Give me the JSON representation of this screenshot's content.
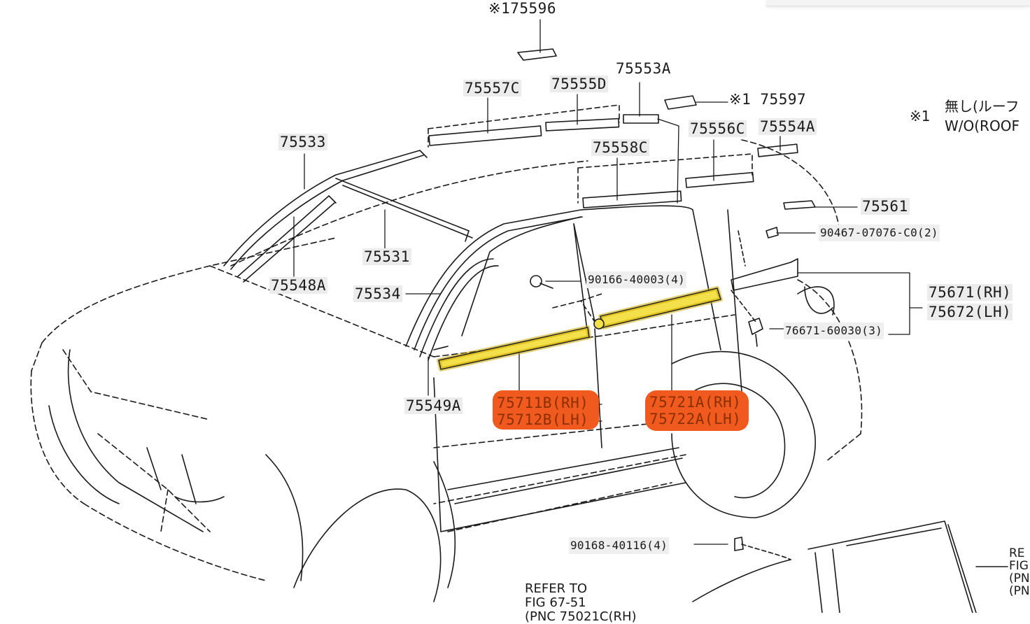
{
  "diagram": {
    "parts": [
      {
        "id": "p75596",
        "text": "75596",
        "prefix": "※1"
      },
      {
        "id": "p75557c",
        "text": "75557C"
      },
      {
        "id": "p75555d",
        "text": "75555D"
      },
      {
        "id": "p75553a",
        "text": "75553A"
      },
      {
        "id": "p75597",
        "text": "75597",
        "prefix": "※1"
      },
      {
        "id": "p75533",
        "text": "75533"
      },
      {
        "id": "p75556c",
        "text": "75556C"
      },
      {
        "id": "p75554a",
        "text": "75554A"
      },
      {
        "id": "p75558c",
        "text": "75558C"
      },
      {
        "id": "p75561",
        "text": "75561"
      },
      {
        "id": "p90467",
        "text": "90467-07076-C0(2)"
      },
      {
        "id": "p75531",
        "text": "75531"
      },
      {
        "id": "p75548a",
        "text": "75548A"
      },
      {
        "id": "p75534",
        "text": "75534"
      },
      {
        "id": "p90166",
        "text": "90166-40003(4)"
      },
      {
        "id": "p75671",
        "text": "75671(RH)"
      },
      {
        "id": "p75672",
        "text": "75672(LH)"
      },
      {
        "id": "p76671",
        "text": "76671-60030(3)"
      },
      {
        "id": "p75711b",
        "text": "75711B(RH)"
      },
      {
        "id": "p75712b",
        "text": "75712B(LH)"
      },
      {
        "id": "p75721a",
        "text": "75721A(RH)"
      },
      {
        "id": "p75722a",
        "text": "75722A(LH)"
      },
      {
        "id": "p75549a",
        "text": "75549A"
      },
      {
        "id": "p90168",
        "text": "90168-40116(4)"
      }
    ],
    "footnote": {
      "mark": "※1",
      "line1": "無し(ルーフ",
      "line2": "W/O(ROOF"
    },
    "refer": {
      "line1": "REFER TO",
      "line2": "FIG  67-51",
      "line3": "(PNC 75021C(RH)"
    },
    "refer_right": [
      "RE",
      "FIG",
      "(PN",
      "(PN"
    ],
    "colors": {
      "highlight_part": "#f4e04a",
      "highlight_label": "#f05a1e",
      "line": "#1a1a1a"
    }
  }
}
